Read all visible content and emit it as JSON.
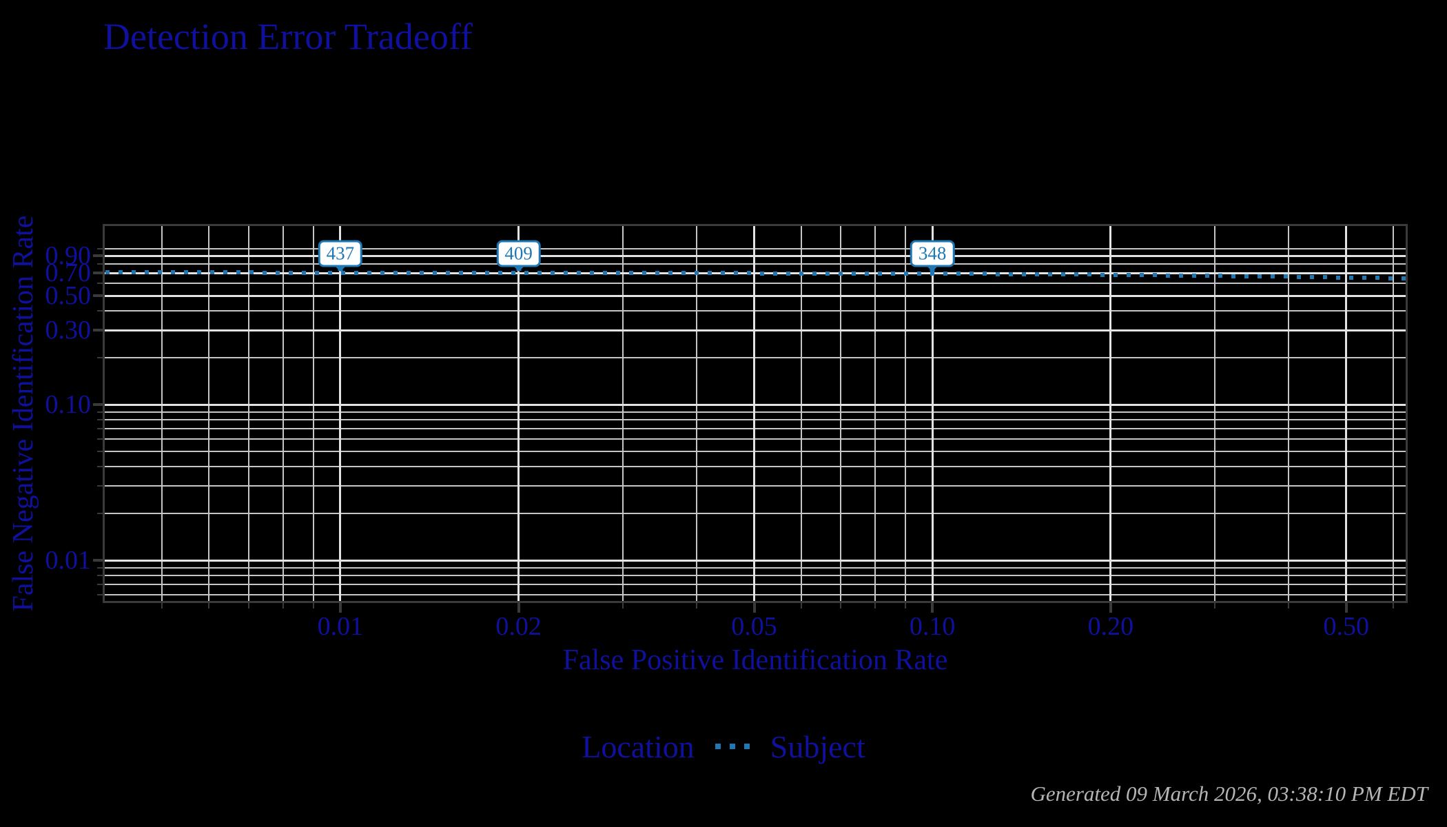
{
  "page": {
    "title": "Detection Error Tradeoff",
    "footer_note": "Generated 09 March 2026, 03:38:10 PM EDT"
  },
  "legend": {
    "title": "Location",
    "entry_label": "Subject",
    "entry_linetype": "dotted"
  },
  "colors": {
    "background": "#000000",
    "text_navy": "#10109e",
    "series_blue": "#1f77b4",
    "grid_major": "#e3e3e3",
    "grid_minor": "#c6c6c6",
    "frame": "#3a3a3a",
    "tick": "#3a3a3a",
    "footer_gray": "#b5b5b5",
    "annotation_bg": "#ffffff"
  },
  "chart_data": {
    "type": "line",
    "title": "Detection Error Tradeoff",
    "xlabel": "False Positive Identification Rate",
    "ylabel": "False Negative Identification Rate",
    "xscale": "log",
    "yscale": "log",
    "xlim": [
      0.004,
      0.63
    ],
    "ylim": [
      0.0055,
      1.4
    ],
    "grid": true,
    "legend_position": "bottom",
    "x_ticks": {
      "values": [
        0.01,
        0.02,
        0.05,
        0.1,
        0.2,
        0.5
      ],
      "labels": [
        "0.01",
        "0.02",
        "0.05",
        "0.10",
        "0.20",
        "0.50"
      ],
      "minor": [
        0.005,
        0.006,
        0.007,
        0.008,
        0.009,
        0.03,
        0.04,
        0.06,
        0.07,
        0.08,
        0.09,
        0.3,
        0.4,
        0.6
      ]
    },
    "y_ticks": {
      "values": [
        0.9,
        0.7,
        0.5,
        0.3,
        0.1,
        0.01
      ],
      "labels": [
        "0.90",
        "0.70",
        "0.50",
        "0.30",
        "0.10",
        "0.01"
      ],
      "minor": [
        1.0,
        0.8,
        0.6,
        0.4,
        0.2,
        0.09,
        0.08,
        0.07,
        0.06,
        0.05,
        0.04,
        0.03,
        0.02,
        0.009,
        0.008,
        0.007,
        0.006
      ]
    },
    "series": [
      {
        "name": "Subject",
        "group": "Location",
        "style": "dotted",
        "color": "#1f77b4",
        "points": [
          [
            0.004,
            0.706
          ],
          [
            0.01,
            0.703
          ],
          [
            0.02,
            0.7
          ],
          [
            0.05,
            0.697
          ],
          [
            0.1,
            0.693
          ],
          [
            0.15,
            0.688
          ],
          [
            0.2,
            0.682
          ],
          [
            0.3,
            0.671
          ],
          [
            0.4,
            0.662
          ],
          [
            0.5,
            0.654
          ],
          [
            0.63,
            0.645
          ]
        ]
      }
    ],
    "annotations": [
      {
        "label": "437",
        "x": 0.01,
        "y": 0.703
      },
      {
        "label": "409",
        "x": 0.02,
        "y": 0.7
      },
      {
        "label": "348",
        "x": 0.1,
        "y": 0.693
      }
    ]
  }
}
